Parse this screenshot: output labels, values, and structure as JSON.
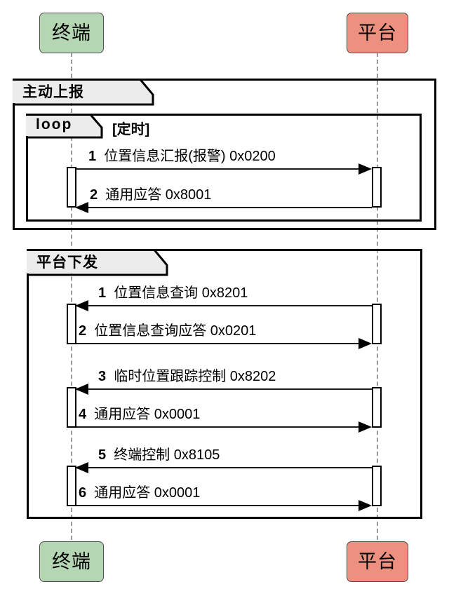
{
  "diagram": {
    "type": "uml-sequence-diagram",
    "colors": {
      "terminal_fill": "#b5d6b2",
      "platform_fill": "#ee9080",
      "frame_tab_fill": "#ececec",
      "line": "#000000",
      "lifeline": "#9a9a9a"
    }
  },
  "actors": [
    {
      "id": "terminal",
      "label": "终端"
    },
    {
      "id": "platform",
      "label": "平台"
    }
  ],
  "actors_bottom": [
    {
      "id": "terminal",
      "label": "终端"
    },
    {
      "id": "platform",
      "label": "平台"
    }
  ],
  "fragments": [
    {
      "id": "active-report",
      "label": "主动上报",
      "guard": "",
      "nested": {
        "id": "loop",
        "label": "loop",
        "guard": "[定时]",
        "messages": [
          {
            "seq": "1",
            "text": "位置信息汇报(报警) 0x0200",
            "direction": "right",
            "from": "terminal",
            "to": "platform"
          },
          {
            "seq": "2",
            "text": "通用应答 0x8001",
            "direction": "left",
            "from": "platform",
            "to": "terminal"
          }
        ]
      }
    },
    {
      "id": "platform-dispatch",
      "label": "平台下发",
      "guard": "",
      "messages": [
        {
          "seq": "1",
          "text": "位置信息查询 0x8201",
          "direction": "left",
          "from": "platform",
          "to": "terminal"
        },
        {
          "seq": "2",
          "text": "位置信息查询应答 0x0201",
          "direction": "right",
          "from": "terminal",
          "to": "platform"
        },
        {
          "seq": "3",
          "text": "临时位置跟踪控制 0x8202",
          "direction": "left",
          "from": "platform",
          "to": "terminal"
        },
        {
          "seq": "4",
          "text": "通用应答 0x0001",
          "direction": "right",
          "from": "terminal",
          "to": "platform"
        },
        {
          "seq": "5",
          "text": "终端控制 0x8105",
          "direction": "left",
          "from": "platform",
          "to": "terminal"
        },
        {
          "seq": "6",
          "text": "通用应答 0x0001",
          "direction": "right",
          "from": "terminal",
          "to": "platform"
        }
      ]
    }
  ]
}
